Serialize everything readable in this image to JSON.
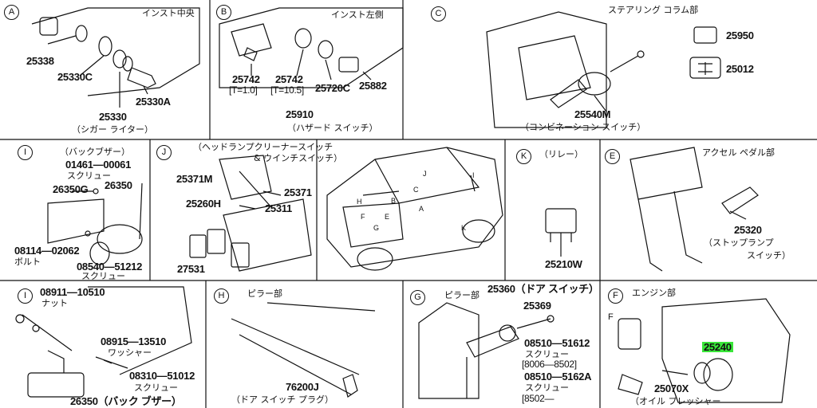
{
  "panels": {
    "A": {
      "letter": "A",
      "title": "インスト中央",
      "parts": [
        "25338",
        "25330C",
        "25330",
        "25330A"
      ],
      "caption": "（シガー ライター）"
    },
    "B": {
      "letter": "B",
      "title": "インスト左側",
      "parts": [
        "25742",
        "[T=1.0]",
        "25742",
        "[T=10.5]",
        "25720C",
        "25882",
        "25910"
      ],
      "caption": "（ハザード スイッチ）"
    },
    "C": {
      "letter": "C",
      "title": "ステアリング コラム部",
      "parts": [
        "25950",
        "25012",
        "25540M"
      ],
      "caption": "（コンビネーション スイッチ）"
    },
    "I1": {
      "letter": "I",
      "note1": "（バックブザー）",
      "parts": [
        "01461―00061",
        "スクリュー",
        "26350G",
        "26350",
        "08114―02062",
        "ボルト",
        "08540―51212",
        "スクリュー"
      ]
    },
    "J": {
      "letter": "J",
      "title": "（ヘッドランプクリーナースイッチ",
      "title2": "& ウインチスイッチ）",
      "parts": [
        "25371M",
        "25371",
        "25260H",
        "25311",
        "27531"
      ]
    },
    "truck": {
      "callouts": [
        "I",
        "J",
        "C",
        "B",
        "A",
        "E",
        "F",
        "G",
        "H",
        "K"
      ]
    },
    "K": {
      "letter": "K",
      "title": "（リレー）",
      "parts": [
        "25210W"
      ]
    },
    "E": {
      "letter": "E",
      "title": "アクセル ペダル部",
      "parts": [
        "25320"
      ],
      "caption": "（ストップランプ",
      "caption2": "スイッチ）"
    },
    "I2": {
      "letter": "I",
      "parts": [
        "08911―10510",
        "ナット",
        "08915―13510",
        "ワッシャー",
        "08310―51012",
        "スクリュー",
        "26350（バック ブザー）"
      ]
    },
    "H": {
      "letter": "H",
      "title": "ピラー部",
      "parts": [
        "76200J"
      ],
      "caption": "（ドア スイッチ プラグ）"
    },
    "G": {
      "letter": "G",
      "title": "ピラー部",
      "parts": [
        "25360（ドア スイッチ）",
        "25369",
        "08510―51612",
        "スクリュー",
        "[8006―8502]",
        "08510―5162A",
        "スクリュー",
        "[8502―"
      ]
    },
    "F": {
      "letter": "F",
      "title": "エンジン部",
      "sub": "F",
      "parts": [
        "25240",
        "25070X"
      ],
      "caption": "（オイル プレッシャー"
    }
  },
  "colors": {
    "highlight": "#39e639",
    "ink": "#111111"
  }
}
